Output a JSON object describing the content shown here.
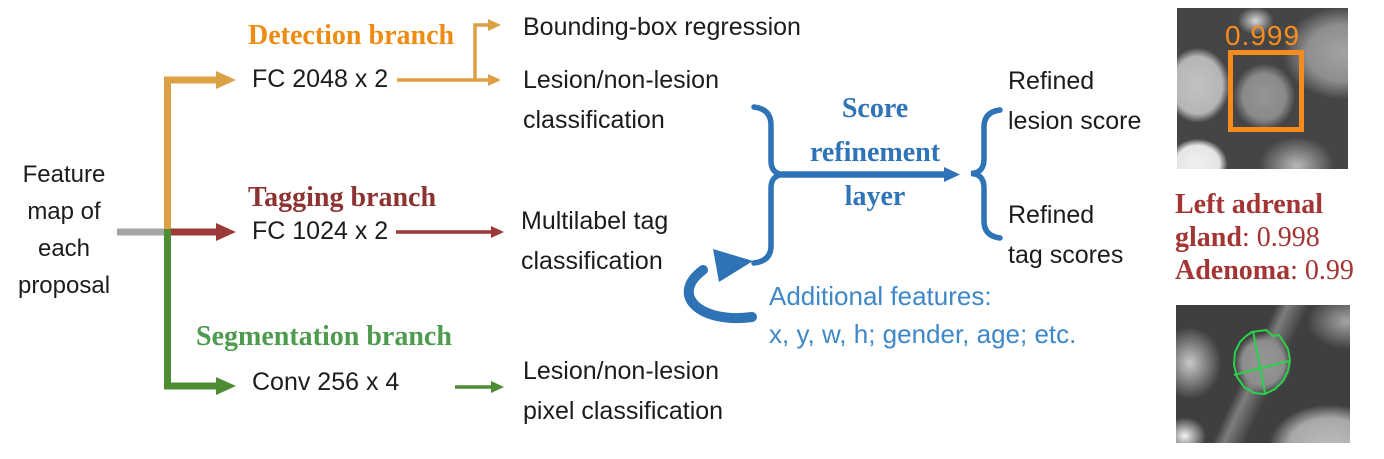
{
  "figure": {
    "input": {
      "lines": [
        "Feature",
        "map of",
        "each",
        "proposal"
      ]
    },
    "branches": {
      "detection": {
        "title": "Detection branch",
        "layer": "FC 2048 x 2",
        "output1": "Bounding-box regression",
        "output2": {
          "line1": "Lesion/non-lesion",
          "line2": "classification"
        }
      },
      "tagging": {
        "title": "Tagging branch",
        "layer": "FC 1024 x 2",
        "output": {
          "line1": "Multilabel tag",
          "line2": "classification"
        }
      },
      "segmentation": {
        "title": "Segmentation branch",
        "layer": "Conv 256 x 4",
        "output": {
          "line1": "Lesion/non-lesion",
          "line2": "pixel classification"
        }
      }
    },
    "refinement": {
      "title": {
        "line1": "Score",
        "line2": "refinement",
        "line3": "layer"
      },
      "outputs": {
        "lesion": {
          "line1": "Refined",
          "line2": "lesion score"
        },
        "tags": {
          "line1": "Refined",
          "line2": "tag scores"
        }
      },
      "additional": {
        "line1": "Additional features:",
        "line2": "x, y, w, h; gender, age; etc."
      }
    },
    "results": {
      "detection_score": "0.999",
      "tags": {
        "line1_bold": "Left adrenal",
        "line2_bold": "gland",
        "line2_value": ": 0.998",
        "line3_bold": "Adenoma",
        "line3_value": ": 0.99"
      }
    },
    "colors": {
      "detection_title": "#EC8C13",
      "detection_arrow": "#DCA145",
      "tagging_title": "#8C3331",
      "tagging_arrow": "#9C3A37",
      "segmentation_title": "#4E9B50",
      "segmentation_arrow": "#4E8C33",
      "refinement_blue": "#2E73B6",
      "additional_blue": "#3E87C8",
      "result_text": "#A33634",
      "bbox_orange": "#F78C1E",
      "contour_green": "#2BD14B",
      "input_stub_gray": "#A6A6A6"
    }
  }
}
